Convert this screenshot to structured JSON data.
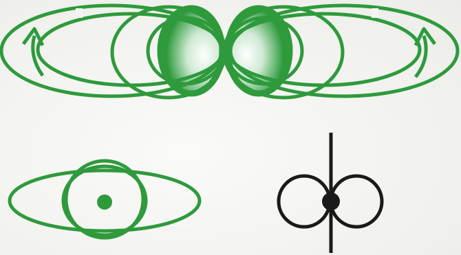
{
  "figure": {
    "description_free": true,
    "colors": {
      "green": "#2e9a3c",
      "green_dark": "#1f7a2c",
      "green_light": "#e8f5ea",
      "black": "#1a1a1a",
      "background": "#f4f4f2"
    },
    "panels": [
      {
        "id": "top",
        "kind": "lobed-field-pattern-with-direction-arrows",
        "arrow_icons": [
          "arrow-up-left-icon",
          "arrow-up-right-icon"
        ]
      },
      {
        "id": "bottom-left",
        "kind": "three-lobe-pattern"
      },
      {
        "id": "bottom-right",
        "kind": "two-lobe-pattern-with-axis"
      }
    ]
  }
}
